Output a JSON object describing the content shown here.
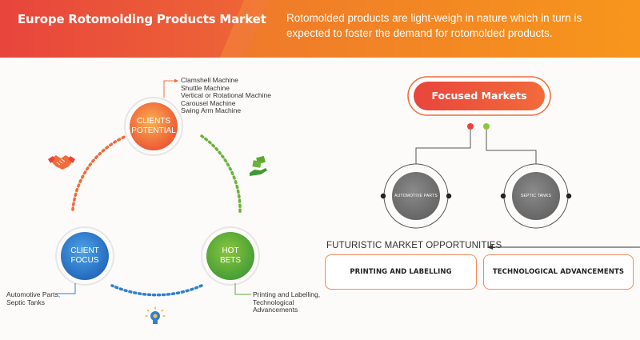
{
  "header": {
    "title": "Europe Rotomolding Products Market",
    "tagline": "Rotomolded products are light-weigh in nature which in turn is expected to foster the demand for rotomolded products."
  },
  "cycle": {
    "clients_potential": {
      "label_line1": "CLIENTS",
      "label_line2": "POTENTIAL",
      "items": [
        "Clamshell Machine",
        "Shuttle Machine",
        "Vertical or Rotational Machine",
        "Carousel Machine",
        "Swing Arm Machine"
      ]
    },
    "client_focus": {
      "label_line1": "CLIENT",
      "label_line2": "FOCUS",
      "items": [
        "Automotive Parts,",
        "Septic Tanks"
      ]
    },
    "hot_bets": {
      "label_line1": "HOT",
      "label_line2": "BETS",
      "items": [
        "Printing and Labelling,",
        "Technological",
        "Advancements"
      ]
    }
  },
  "focused_markets": {
    "title": "Focused Markets",
    "markets": [
      "AUTOMOTIVE PARTS",
      "SEPTIC TANKS"
    ]
  },
  "opportunities": {
    "title": "FUTURISTIC MARKET OPPORTUNITIES",
    "items": [
      "PRINTING AND LABELLING",
      "TECHNOLOGICAL ADVANCEMENTS"
    ]
  },
  "colors": {
    "header_red": "#e8453c",
    "header_orange": "#f7941d",
    "clients_potential": "#f26b3a",
    "client_focus": "#2f7fd2",
    "hot_bets": "#5aa834",
    "focused_pill": "#ec5a34",
    "gray_circle": "#7a7a7a",
    "box_border": "#f08a5d"
  },
  "icons": [
    "handshake-icon",
    "money-hand-icon",
    "lightbulb-icon",
    "arrow-left-icon"
  ]
}
